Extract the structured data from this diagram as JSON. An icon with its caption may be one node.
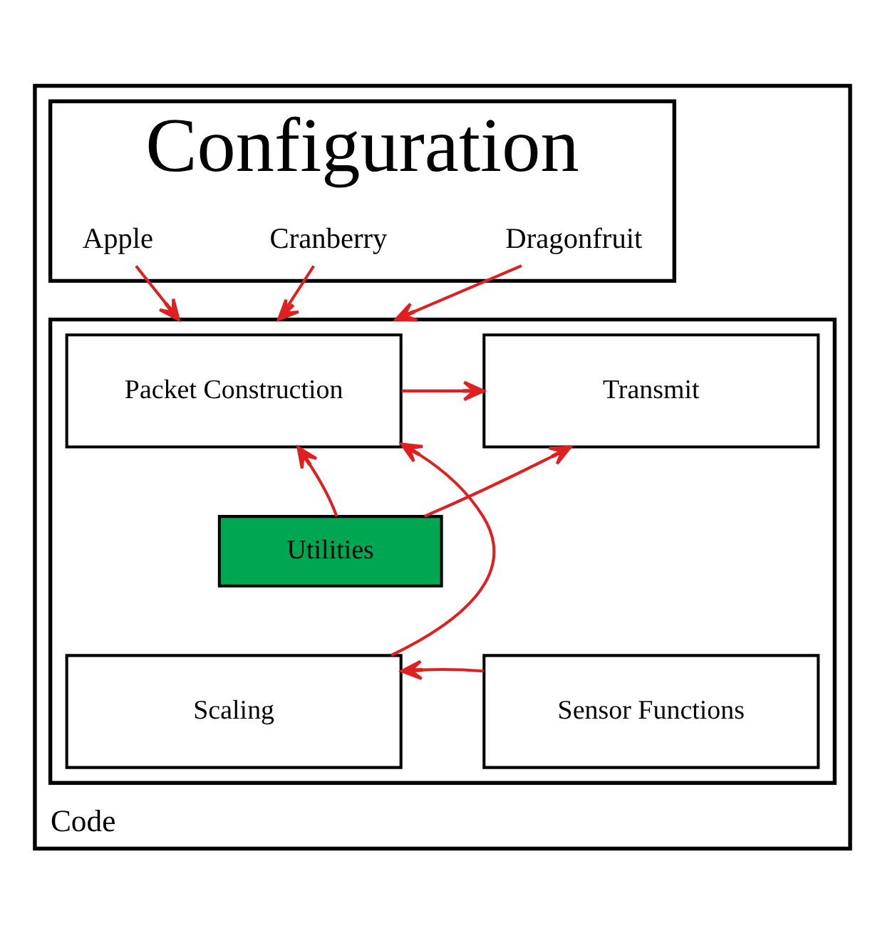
{
  "diagram": {
    "nodes": [
      {
        "text": [
          "Code"
        ]
      },
      {
        "text": [
          "Configuration"
        ],
        "in": 0
      },
      {
        "text": [
          "Apple"
        ],
        "in": 1
      },
      {
        "text": [
          "Cranberry"
        ],
        "in": 1
      },
      {
        "text": [
          "Dragonfruit"
        ],
        "in": 1
      },
      {
        "text": [],
        "shape": "box",
        "in": 0
      },
      {
        "text": [
          "Packet Construction"
        ],
        "in": 5
      },
      {
        "text": [
          "Transmit"
        ],
        "in": 5
      },
      {
        "text": [
          "Utilities"
        ],
        "in": 5
      },
      {
        "text": [
          "Scaling"
        ],
        "in": 5
      },
      {
        "text": [
          "Sensor Functions"
        ],
        "in": 5
      }
    ],
    "edges": [
      {
        "from": 2,
        "to": 5,
        "arrow": "to"
      },
      {
        "from": 3,
        "to": 5,
        "arrow": "to"
      },
      {
        "from": 4,
        "to": 5,
        "arrow": "to"
      },
      {
        "from": 6,
        "to": 7,
        "arrow": "to"
      },
      {
        "from": 8,
        "to": 6,
        "arrow": "to"
      },
      {
        "from": 8,
        "to": 7,
        "arrow": "to"
      },
      {
        "from": 9,
        "to": 6,
        "arrow": "to"
      },
      {
        "from": 10,
        "to": 9,
        "arrow": "to"
      }
    ]
  }
}
